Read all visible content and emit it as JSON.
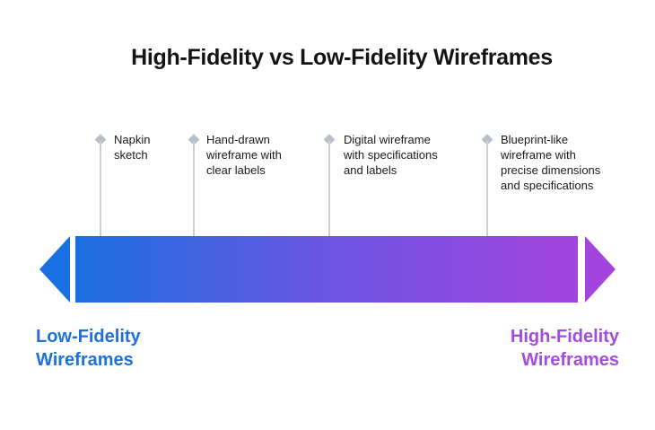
{
  "title": "High-Fidelity vs Low-Fidelity Wireframes",
  "milestones": [
    {
      "label": "Napkin sketch"
    },
    {
      "label": "Hand-drawn wireframe with clear labels"
    },
    {
      "label": "Digital wireframe with specifications and labels"
    },
    {
      "label": "Blueprint-like wireframe with precise dimensions and specifications"
    }
  ],
  "spectrum": {
    "left_label": "Low-Fidelity\nWireframes",
    "right_label": "High-Fidelity\nWireframes"
  },
  "colors": {
    "low_fidelity_blue": "#1e70dc",
    "high_fidelity_purple": "#a24ce0",
    "bar_gradient_start": "#1a6fe0",
    "bar_gradient_end": "#a344de",
    "marker_gray": "#c5ccd3",
    "diamond_gray": "#b7c1cb",
    "title_color": "#141414"
  }
}
